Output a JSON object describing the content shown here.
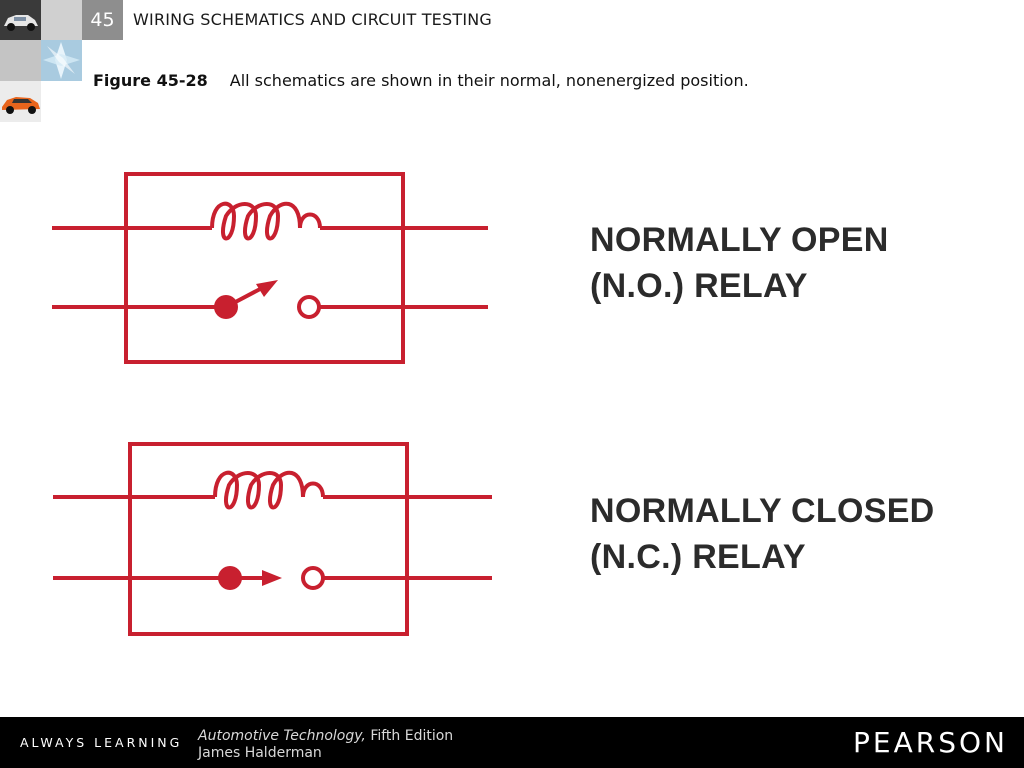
{
  "header": {
    "chapter_number": "45",
    "chapter_title": "WIRING SCHEMATICS AND CIRCUIT TESTING"
  },
  "caption": {
    "figure_label": "Figure 45-28",
    "text": "All schematics are shown in their normal, nonenergized position."
  },
  "diagram": {
    "line_color": "#c8202f",
    "relays": [
      {
        "label_line1": "NORMALLY OPEN",
        "label_line2": "(N.O.) RELAY"
      },
      {
        "label_line1": "NORMALLY CLOSED",
        "label_line2": "(N.C.) RELAY"
      }
    ]
  },
  "footer": {
    "tagline": "ALWAYS LEARNING",
    "book_title": "Automotive Technology,",
    "edition": " Fifth Edition",
    "author": "James Halderman",
    "publisher": "PEARSON"
  }
}
